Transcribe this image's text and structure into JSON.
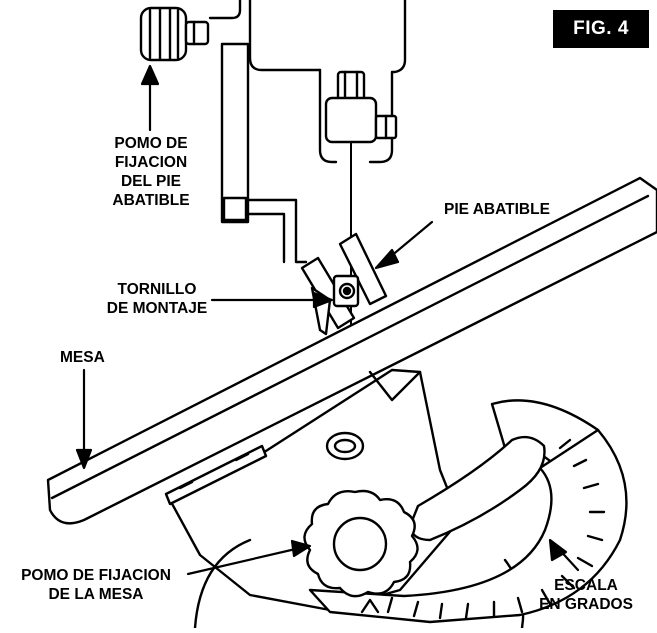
{
  "figure": {
    "badge": "FIG. 4"
  },
  "labels": {
    "knob_tilt_foot": [
      "POMO DE",
      "FIJACION",
      "DEL PIE",
      "ABATIBLE"
    ],
    "tilt_foot": "PIE ABATIBLE",
    "mount_screw": [
      "TORNILLO",
      "DE MONTAJE"
    ],
    "table": "MESA",
    "table_lock_knob": [
      "POMO DE FIJACION",
      "DE LA MESA"
    ],
    "degree_scale": [
      "ESCALA",
      "EN GRADOS"
    ]
  }
}
